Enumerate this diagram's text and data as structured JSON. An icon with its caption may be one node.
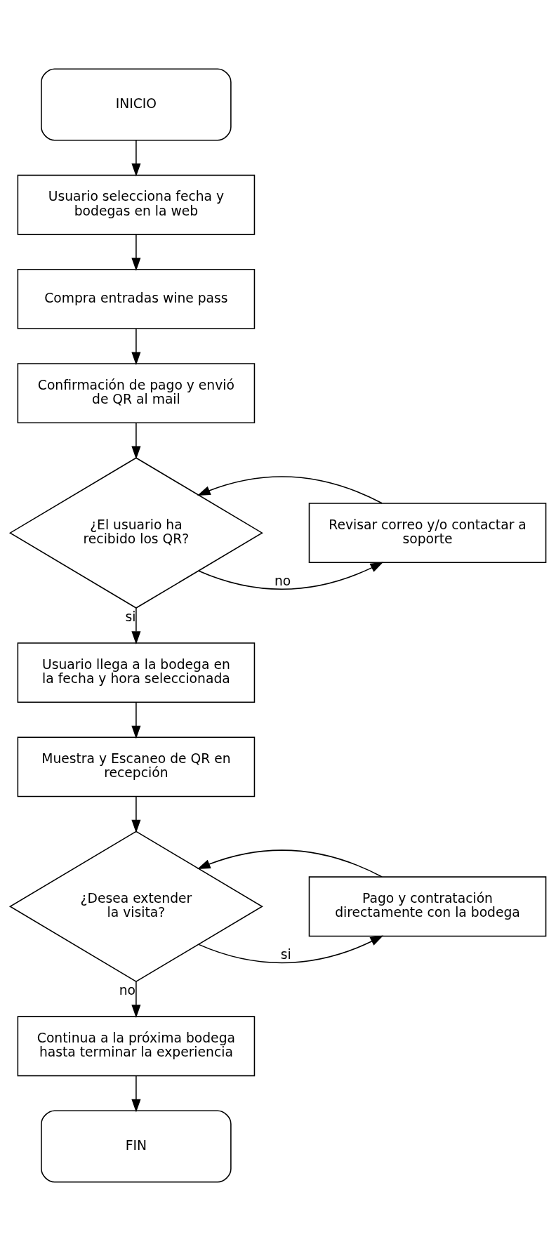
{
  "diagram": {
    "nodes": [
      {
        "text": [
          "INICIO"
        ]
      },
      {
        "text": [
          "Usuario selecciona fecha y bodegas en la web"
        ]
      },
      {
        "text": [
          "Compra entradas wine pass"
        ]
      },
      {
        "text": [
          "Confirmación de pago y envió de QR al mail"
        ]
      },
      {
        "text": [
          "¿El usuario ha recibido los QR?"
        ]
      },
      {
        "text": [
          "Revisar correo y/o contactar a soporte"
        ]
      },
      {
        "text": [
          "Usuario llega a la bodega en la fecha y hora seleccionada"
        ]
      },
      {
        "text": [
          "Muestra y Escaneo de QR en recepción"
        ]
      },
      {
        "text": [
          "¿Desea extender la visita?"
        ]
      },
      {
        "text": [
          "Pago y contratación directamente con la bodega"
        ]
      },
      {
        "text": [
          "Continua a la próxima bodega hasta terminar la experiencia"
        ]
      },
      {
        "text": [
          "FIN"
        ]
      }
    ],
    "edges": [
      {
        "from": 0,
        "to": 1,
        "arrow": "to"
      },
      {
        "from": 1,
        "to": 2,
        "arrow": "to"
      },
      {
        "from": 2,
        "to": 3,
        "arrow": "to"
      },
      {
        "from": 3,
        "to": 4,
        "arrow": "to"
      },
      {
        "from": 4,
        "to": 5,
        "arrow": "to",
        "label": "no"
      },
      {
        "from": 5,
        "to": 4,
        "arrow": "to"
      },
      {
        "from": 4,
        "to": 6,
        "arrow": "to",
        "label": "si"
      },
      {
        "from": 6,
        "to": 7,
        "arrow": "to"
      },
      {
        "from": 7,
        "to": 8,
        "arrow": "to"
      },
      {
        "from": 8,
        "to": 9,
        "arrow": "to",
        "label": "si"
      },
      {
        "from": 9,
        "to": 8,
        "arrow": "to"
      },
      {
        "from": 8,
        "to": 10,
        "arrow": "to",
        "label": "no"
      },
      {
        "from": 10,
        "to": 11,
        "arrow": "to"
      }
    ]
  }
}
